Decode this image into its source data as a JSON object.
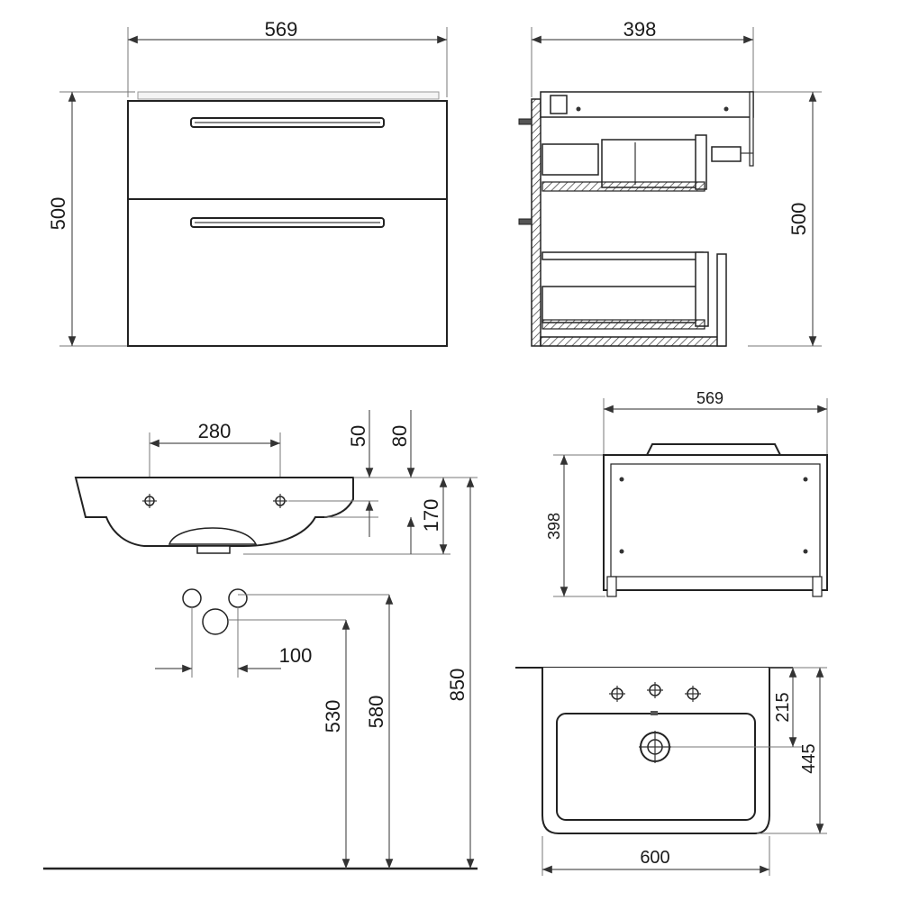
{
  "front_view": {
    "width_label": "569",
    "height_label": "500"
  },
  "side_view": {
    "depth_label": "398",
    "height_label": "500"
  },
  "basin_side_view": {
    "tap_spacing_label": "280",
    "dim_50_label": "50",
    "dim_80_label": "80",
    "basin_height_label": "170",
    "total_height_label": "850",
    "siphon_spacing_label": "100",
    "drain_height_label": "530",
    "supply_height_label": "580"
  },
  "top_view": {
    "width_label": "569",
    "depth_label": "398"
  },
  "basin_top_view": {
    "width_label": "600",
    "tap_offset_label": "215",
    "depth_label": "445"
  }
}
